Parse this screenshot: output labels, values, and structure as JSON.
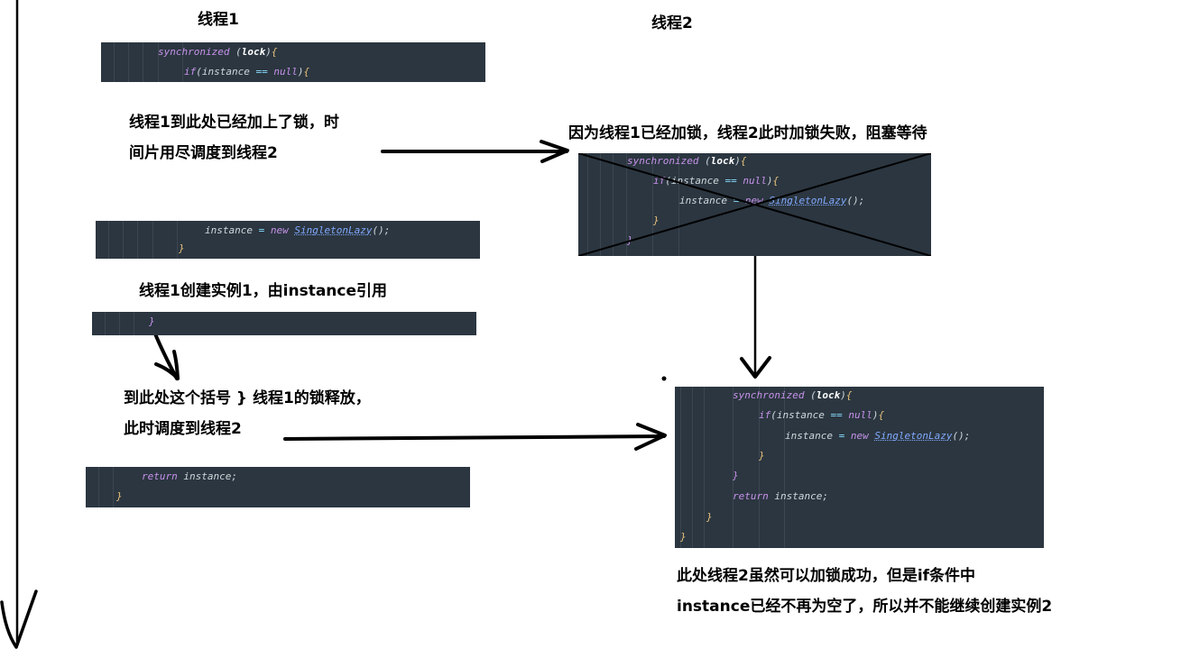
{
  "labels": {
    "thread1": "线程1",
    "thread2": "线程2",
    "note1_line1": "线程1到此处已经加上了锁，时",
    "note1_line2": "间片用尽调度到线程2",
    "note_thread2_blocked": "因为线程1已经加锁，线程2此时加锁失败，阻塞等待",
    "note_create_instance": "线程1创建实例1，由instance引用",
    "note_release_line1": "到此处这个括号 } 线程1的锁释放，",
    "note_release_line2": "此时调度到线程2",
    "note_final_line1": "此处线程2虽然可以加锁成功，但是if条件中",
    "note_final_line2": "instance已经不再为空了，所以并不能继续创建实例2"
  },
  "code": {
    "kw_synchronized": "synchronized",
    "lock_var": "lock",
    "kw_if": "if",
    "instance_var": "instance",
    "eq_op": "==",
    "kw_null": "null",
    "assign_op": "=",
    "kw_new": "new",
    "class_name": "SingletonLazy",
    "kw_return": "return",
    "close_brace": "}"
  },
  "colors": {
    "code_background": "#2b3640",
    "keyword": "#c792ea",
    "brace": "#e6c07b",
    "class_name": "#82aaff",
    "arrow": "#000000"
  }
}
